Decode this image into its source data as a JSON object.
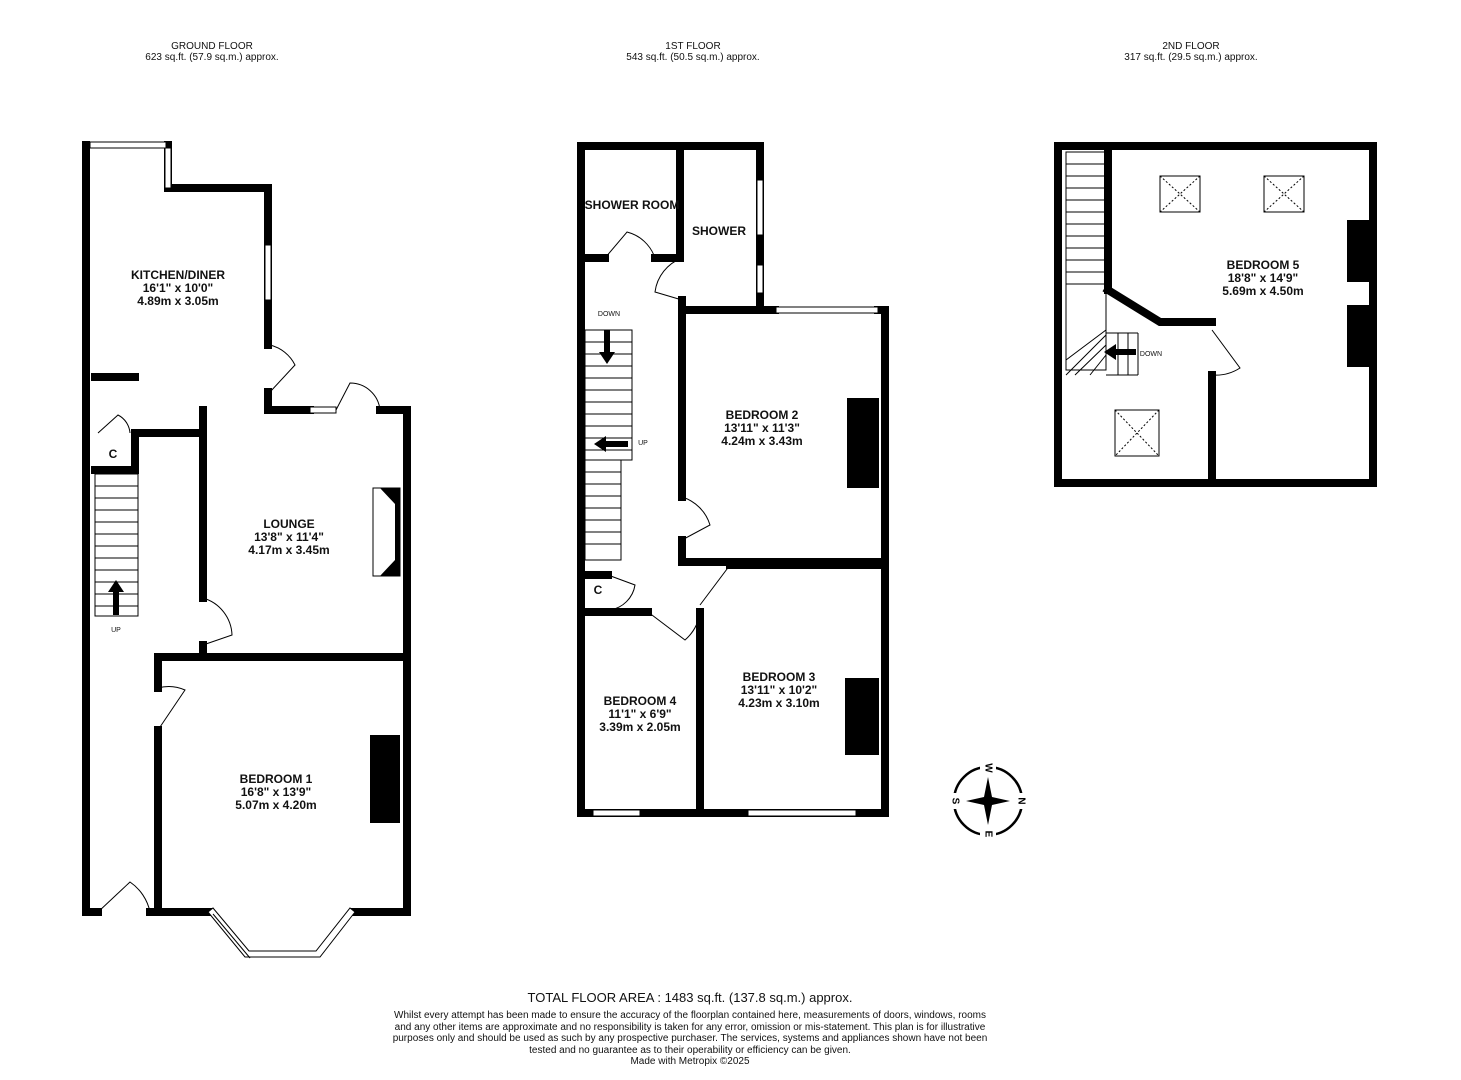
{
  "floors": [
    {
      "name": "GROUND FLOOR",
      "area": "623 sq.ft. (57.9 sq.m.) approx.",
      "rooms": [
        {
          "name": "KITCHEN/DINER",
          "imperial": "16'1\"  x 10'0\"",
          "metric": "4.89m  x 3.05m"
        },
        {
          "name": "LOUNGE",
          "imperial": "13'8\"  x 11'4\"",
          "metric": "4.17m  x 3.45m"
        },
        {
          "name": "BEDROOM 1",
          "imperial": "16'8\"  x 13'9\"",
          "metric": "5.07m  x 4.20m"
        }
      ],
      "labels": {
        "cupboard": "C",
        "stairs": "UP"
      }
    },
    {
      "name": "1ST FLOOR",
      "area": "543 sq.ft. (50.5 sq.m.) approx.",
      "rooms": [
        {
          "name": "SHOWER ROOM"
        },
        {
          "name": "SHOWER"
        },
        {
          "name": "BEDROOM 2",
          "imperial": "13'11\"  x 11'3\"",
          "metric": "4.24m  x 3.43m"
        },
        {
          "name": "BEDROOM 3",
          "imperial": "13'11\"  x 10'2\"",
          "metric": "4.23m  x 3.10m"
        },
        {
          "name": "BEDROOM 4",
          "imperial": "11'1\"  x 6'9\"",
          "metric": "3.39m  x 2.05m"
        }
      ],
      "labels": {
        "cupboard": "C",
        "down": "DOWN",
        "up": "UP"
      }
    },
    {
      "name": "2ND FLOOR",
      "area": "317 sq.ft. (29.5 sq.m.) approx.",
      "rooms": [
        {
          "name": "BEDROOM 5",
          "imperial": "18'8\"  x 14'9\"",
          "metric": "5.69m  x 4.50m"
        }
      ],
      "labels": {
        "down": "DOWN"
      }
    }
  ],
  "compass": {
    "top": "W",
    "right": "N",
    "bottom": "E",
    "left": "S"
  },
  "footer": {
    "total": "TOTAL FLOOR AREA : 1483 sq.ft. (137.8 sq.m.) approx.",
    "disclaimer": "Whilst every attempt has been made to ensure the accuracy of the floorplan contained here, measurements of doors, windows, rooms and any other items are approximate and no responsibility is taken for any error, omission or mis-statement. This plan is for illustrative purposes only and should be used as such by any prospective purchaser. The services, systems and appliances shown have not been tested and no guarantee as to their operability or efficiency can be given.",
    "credit": "Made with Metropix ©2025"
  }
}
